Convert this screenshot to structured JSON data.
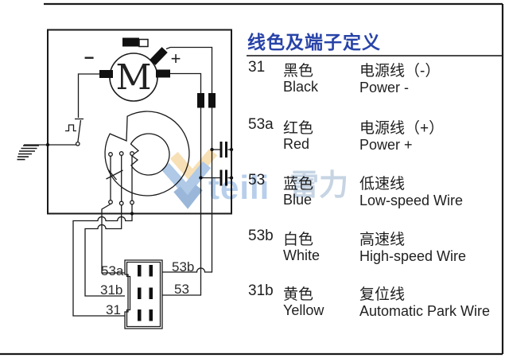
{
  "panel": {
    "title": "线色及端子定义",
    "title_color": "#2843a8",
    "rows": [
      {
        "terminal": "31",
        "color_cn": "黑色",
        "color_en": "Black",
        "desc_cn": "电源线（-）",
        "desc_en": "Power -"
      },
      {
        "terminal": "53a",
        "color_cn": "红色",
        "color_en": "Red",
        "desc_cn": "电源线（+）",
        "desc_en": "Power +"
      },
      {
        "terminal": "53",
        "color_cn": "蓝色",
        "color_en": "Blue",
        "desc_cn": "低速线",
        "desc_en": "Low-speed Wire"
      },
      {
        "terminal": "53b",
        "color_cn": "白色",
        "color_en": "White",
        "desc_cn": "高速线",
        "desc_en": "High-speed Wire"
      },
      {
        "terminal": "31b",
        "color_cn": "黄色",
        "color_en": "Yellow",
        "desc_cn": "复位线",
        "desc_en": "Automatic Park Wire"
      }
    ]
  },
  "diagram": {
    "motor_label": "M",
    "plus": "+",
    "minus": "−",
    "connector": {
      "top_left": "53a",
      "top_right": "53b",
      "mid_left": "31b",
      "mid_right": "53",
      "bottom_left": "31"
    }
  },
  "watermark": {
    "logo_text": "teili",
    "cn_text": "雷力"
  }
}
